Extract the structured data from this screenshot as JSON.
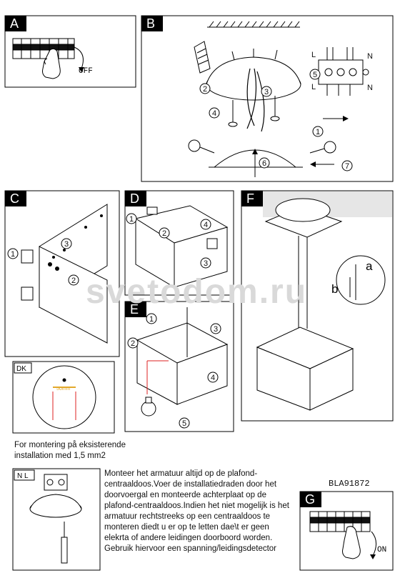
{
  "panels": {
    "A": {
      "letter": "A",
      "caption": "OFF"
    },
    "B": {
      "letter": "B",
      "wire_labels": [
        "L",
        "N",
        "L",
        "N"
      ]
    },
    "C": {
      "letter": "C"
    },
    "D": {
      "letter": "D"
    },
    "E": {
      "letter": "E"
    },
    "F": {
      "letter": "F",
      "labels": [
        "a",
        "b"
      ]
    },
    "G": {
      "letter": "G",
      "caption": "ON"
    },
    "DK": {
      "letter": "DK",
      "spacing": "50mm"
    },
    "NL": {
      "letter": "N L"
    }
  },
  "steps": [
    "1",
    "2",
    "3",
    "4",
    "5",
    "6",
    "7"
  ],
  "watermark": "svetodom.ru",
  "danish_note": "For montering på eksisterende installation med 1,5 mm2",
  "dutch_note": "Monteer het armatuur altijd op de plafond-centraaldoos.Voer de installatiedraden door het doorvoergal en monteerde achterplaat op de plafond-centraaldoos.Indien het niet mogelijk is het armatuur rechtstreeks op een centraaldoos te monteren diedt u er op te letten dae\\t er geen elekrta of andere leidingen doorboord worden. Gebruik hiervoor een spanning/leidingsdetector",
  "article_code": "BLA91872"
}
